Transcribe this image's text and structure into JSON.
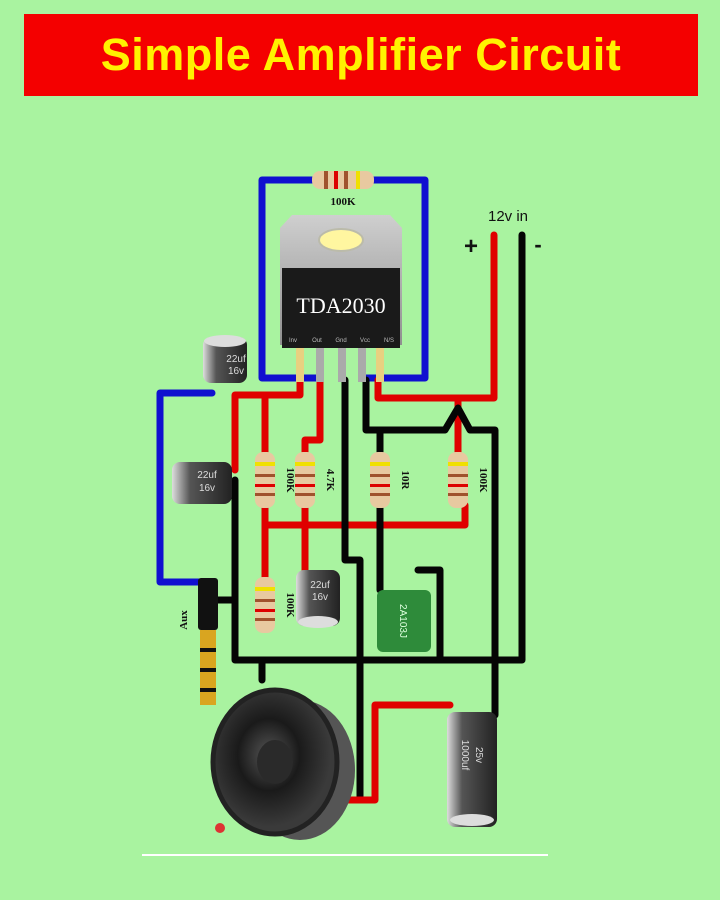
{
  "title": "Simple Amplifier Circuit",
  "ic": {
    "label": "TDA2030",
    "pins": [
      "Inv",
      "Out",
      "Gnd",
      "Vcc",
      "N/S"
    ]
  },
  "power": {
    "label": "12v in",
    "plus": "+",
    "minus": "-"
  },
  "feedback_resistor": "100K",
  "resistors": [
    "100K",
    "4.7K",
    "10R",
    "100K",
    "100K"
  ],
  "capacitors": {
    "input": [
      "22uf",
      "16v"
    ],
    "left": [
      "22uf",
      "16v"
    ],
    "middle": [
      "22uf",
      "16v"
    ],
    "output": [
      "1000uf",
      "25v"
    ],
    "film": "2A103J"
  },
  "aux_label": "Aux",
  "colors": {
    "title_bg": "#f40000",
    "title_text": "#fff200",
    "background": "#a9f3a0"
  }
}
